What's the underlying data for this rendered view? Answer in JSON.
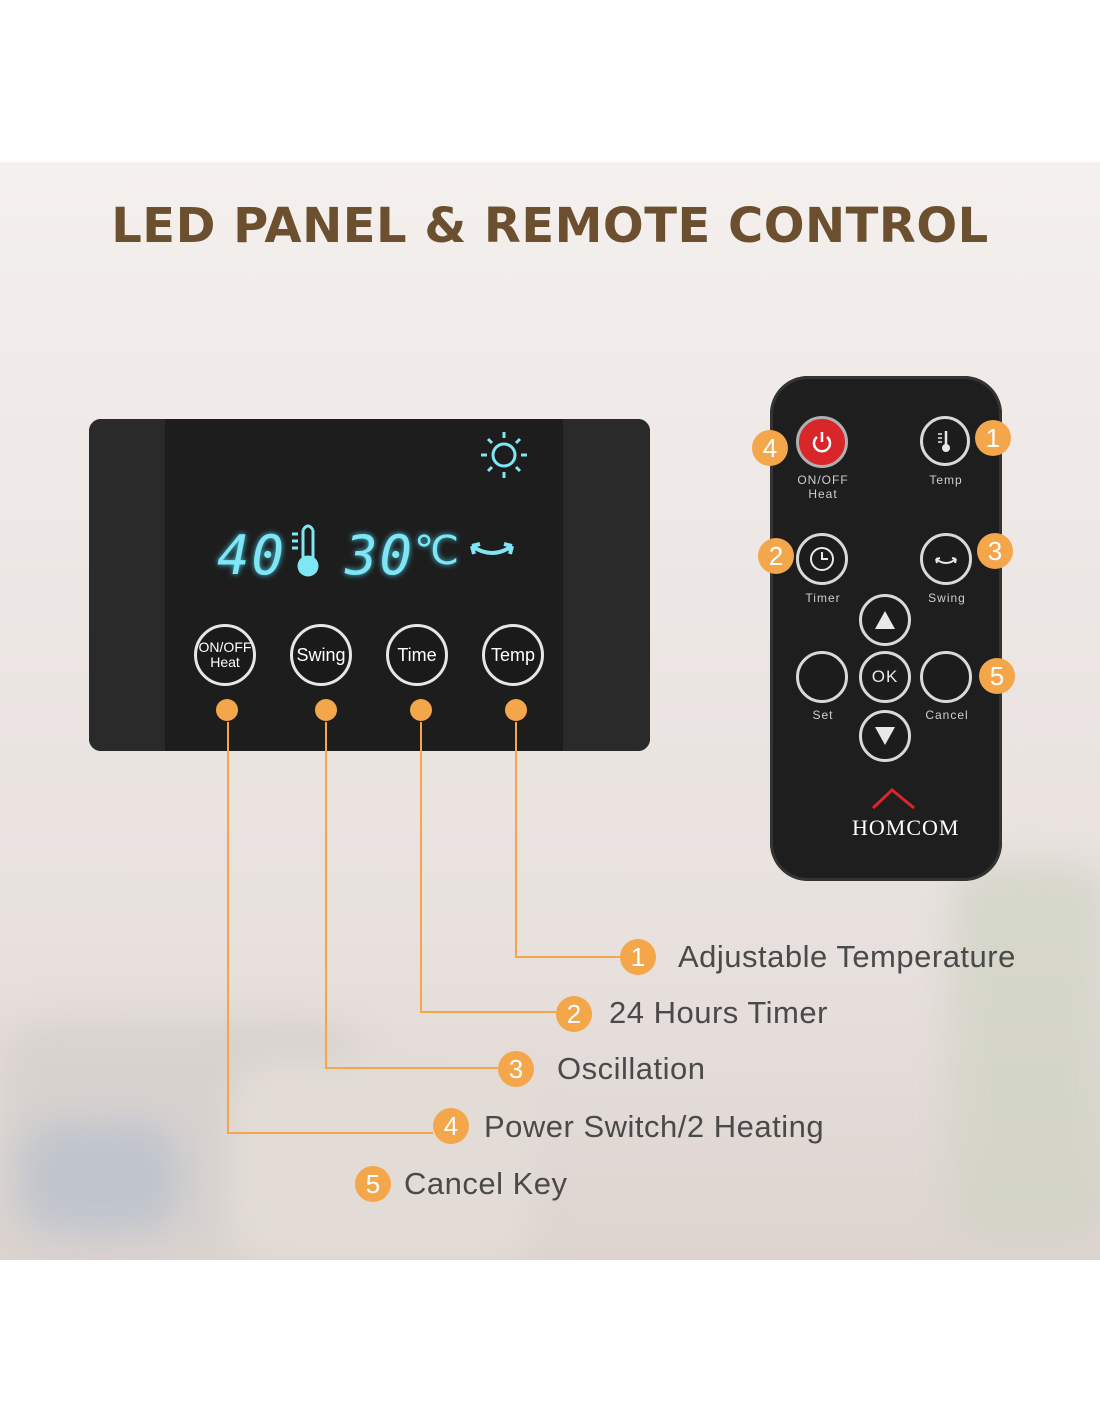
{
  "title": "LED PANEL & REMOTE CONTROL",
  "colors": {
    "accent": "#f4a64a",
    "title": "#6b4f2e",
    "led": "#7fe6f5",
    "power": "#e02020"
  },
  "led_panel": {
    "display_left": "40",
    "display_right": "30",
    "unit": "℃",
    "buttons": [
      {
        "line1": "ON/OFF",
        "line2": "Heat"
      },
      {
        "line1": "Swing",
        "line2": ""
      },
      {
        "line1": "Time",
        "line2": ""
      },
      {
        "line1": "Temp",
        "line2": ""
      }
    ]
  },
  "remote": {
    "power_label_1": "ON/OFF",
    "power_label_2": "Heat",
    "temp_label": "Temp",
    "timer_label": "Timer",
    "swing_label": "Swing",
    "ok_label": "OK",
    "set_label": "Set",
    "cancel_label": "Cancel",
    "brand": "HOMCOM",
    "badges": [
      "4",
      "1",
      "2",
      "3",
      "5"
    ]
  },
  "callouts": [
    {
      "num": "1",
      "text": "Adjustable Temperature"
    },
    {
      "num": "2",
      "text": "24 Hours Timer"
    },
    {
      "num": "3",
      "text": "Oscillation"
    },
    {
      "num": "4",
      "text": "Power Switch/2 Heating"
    },
    {
      "num": "5",
      "text": "Cancel Key"
    }
  ]
}
